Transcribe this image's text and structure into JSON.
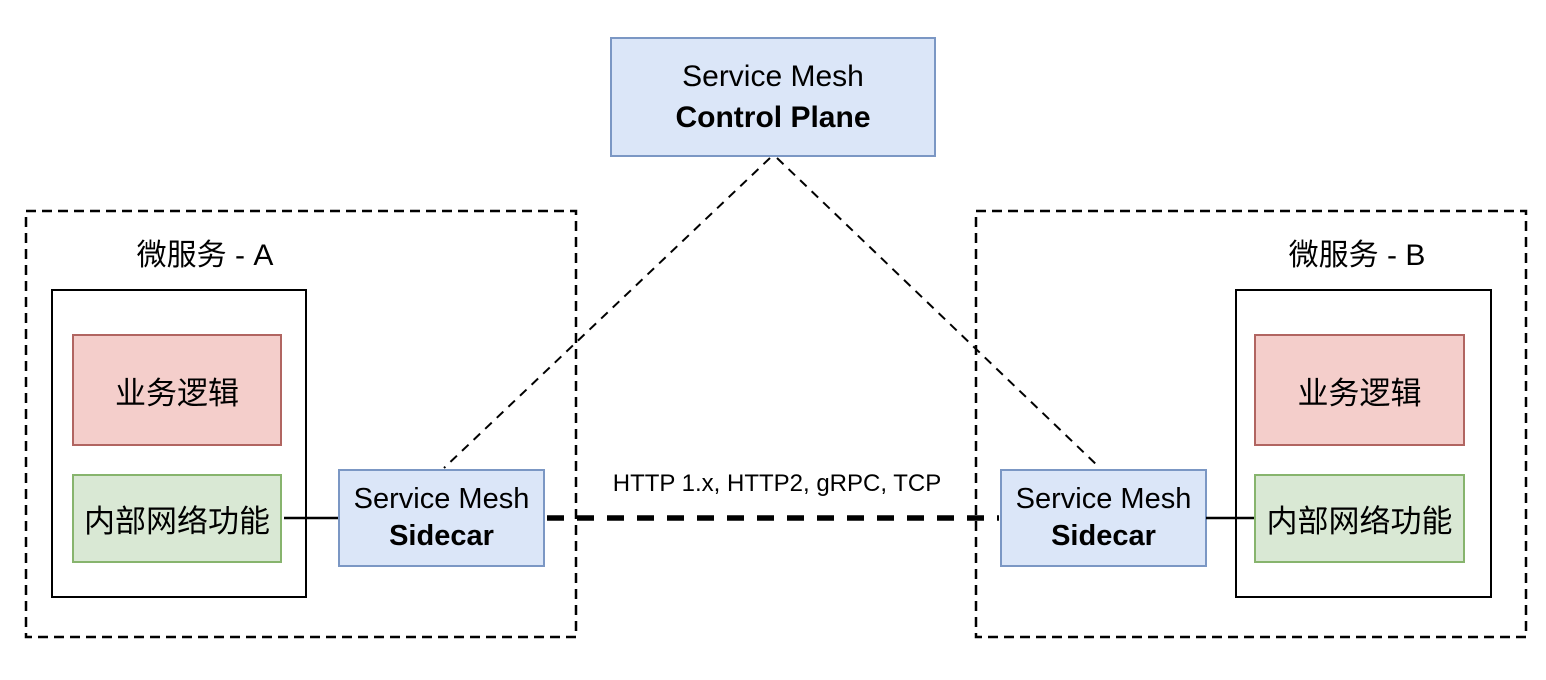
{
  "diagram": {
    "control_plane": {
      "line1": "Service Mesh",
      "line2": "Control Plane"
    },
    "connection_label": "HTTP 1.x, HTTP2, gRPC, TCP",
    "service_a": {
      "title": "微服务 - A",
      "business_logic": "业务逻辑",
      "internal_network": "内部网络功能",
      "sidecar": {
        "line1": "Service Mesh",
        "line2": "Sidecar"
      }
    },
    "service_b": {
      "title": "微服务 - B",
      "business_logic": "业务逻辑",
      "internal_network": "内部网络功能",
      "sidecar": {
        "line1": "Service Mesh",
        "line2": "Sidecar"
      }
    }
  },
  "colors": {
    "background": "#ffffff",
    "blue_fill": "#dbe6f8",
    "blue_border": "#7b97c4",
    "red_fill": "#f4cecb",
    "red_border": "#b16561",
    "green_fill": "#d9e8d4",
    "green_border": "#87b46d",
    "line": "#000000",
    "text": "#000000"
  }
}
